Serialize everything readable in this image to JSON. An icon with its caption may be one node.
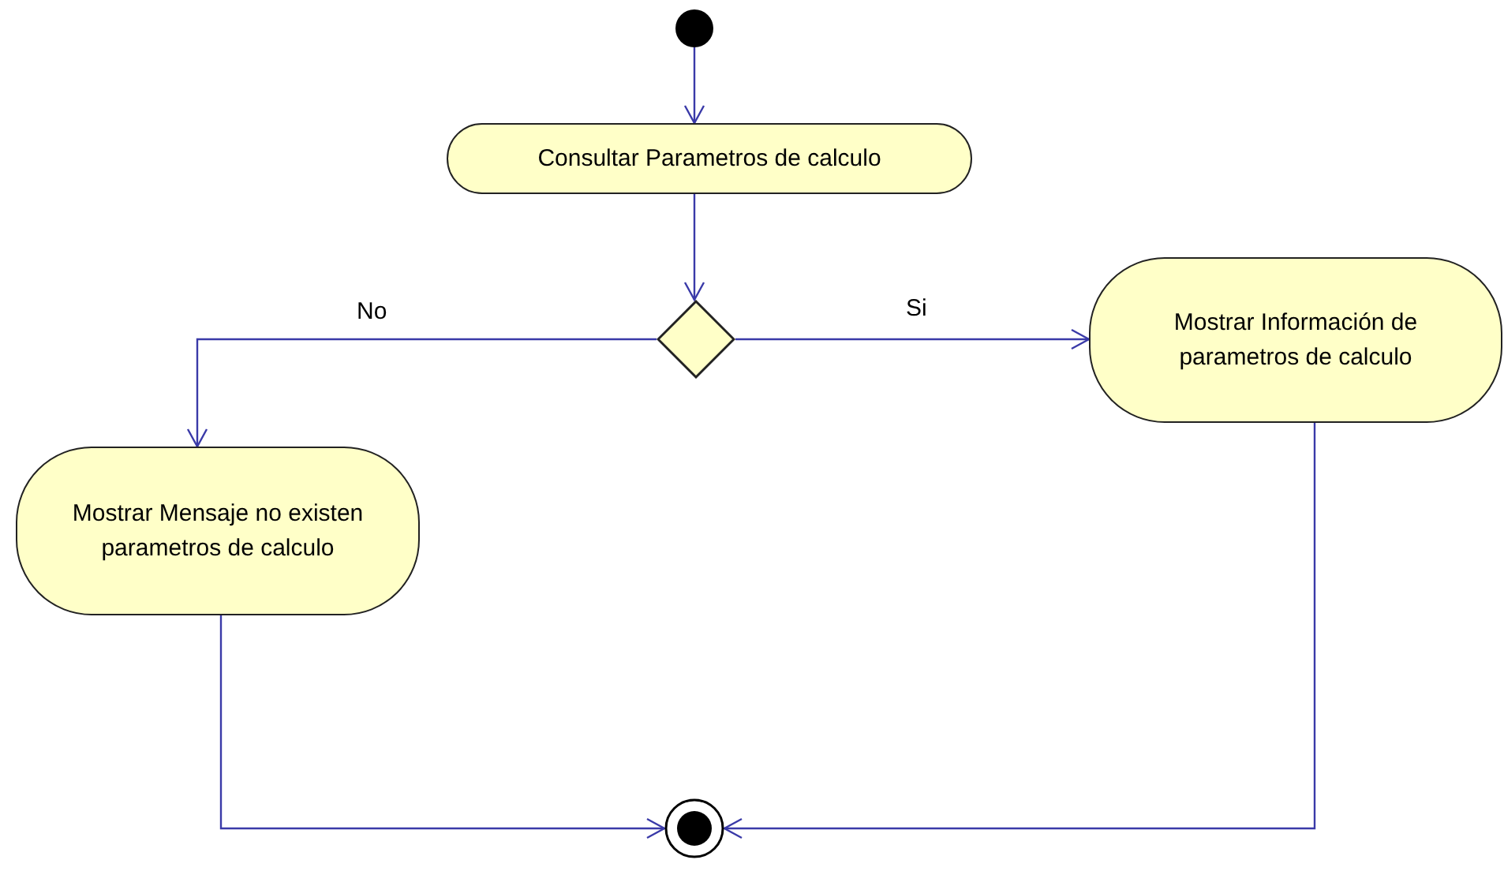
{
  "diagram": {
    "nodes": [
      {
        "text": [],
        "shape": "circle"
      },
      {
        "text": [
          "Consultar Parametros de calculo"
        ]
      },
      {
        "text": [],
        "shape": "diamond"
      },
      {
        "text": [
          "Mostrar Información de parametros de calculo"
        ]
      },
      {
        "text": [
          "Mostrar Mensaje no existen parametros de calculo"
        ]
      },
      {
        "text": [],
        "shape": "circle"
      }
    ],
    "edges": [
      {
        "from": 0,
        "to": 1,
        "arrow": "to"
      },
      {
        "from": 1,
        "to": 2,
        "arrow": "to"
      },
      {
        "from": 2,
        "to": 3,
        "arrow": "to",
        "label": "Si"
      },
      {
        "from": 2,
        "to": 4,
        "arrow": "to",
        "label": "No"
      },
      {
        "from": 4,
        "to": 5,
        "arrow": "to"
      },
      {
        "from": 3,
        "to": 5,
        "arrow": "to"
      }
    ]
  }
}
